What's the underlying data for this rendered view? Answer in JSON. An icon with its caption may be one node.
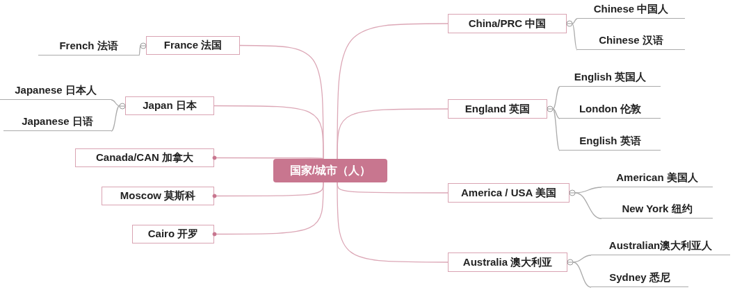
{
  "diagram": {
    "nodes": [
      {
        "text": [
          "国家/城市（人）"
        ]
      },
      {
        "text": [
          "China/PRC 中国"
        ]
      },
      {
        "text": [
          "Chinese 中国人"
        ]
      },
      {
        "text": [
          "Chinese 汉语"
        ]
      },
      {
        "text": [
          "England 英国"
        ]
      },
      {
        "text": [
          "English 英国人"
        ]
      },
      {
        "text": [
          "London 伦敦"
        ]
      },
      {
        "text": [
          "English 英语"
        ]
      },
      {
        "text": [
          "America / USA 美国"
        ]
      },
      {
        "text": [
          "American 美国人"
        ]
      },
      {
        "text": [
          "New York 纽约"
        ]
      },
      {
        "text": [
          "Australia 澳大利亚"
        ]
      },
      {
        "text": [
          "Australian澳大利亚人"
        ]
      },
      {
        "text": [
          "Sydney 悉尼"
        ]
      },
      {
        "text": [
          "France 法国"
        ]
      },
      {
        "text": [
          "French 法语"
        ]
      },
      {
        "text": [
          "Japan 日本"
        ]
      },
      {
        "text": [
          "Japanese 日本人"
        ]
      },
      {
        "text": [
          "Japanese 日语"
        ]
      },
      {
        "text": [
          "Canada/CAN 加拿大"
        ]
      },
      {
        "text": [
          "Moscow 莫斯科"
        ]
      },
      {
        "text": [
          "Cairo 开罗"
        ]
      }
    ],
    "edges": [
      {
        "from": 0,
        "to": 1,
        "arrow": "none"
      },
      {
        "from": 1,
        "to": 2,
        "arrow": "none"
      },
      {
        "from": 1,
        "to": 3,
        "arrow": "none"
      },
      {
        "from": 0,
        "to": 4,
        "arrow": "none"
      },
      {
        "from": 4,
        "to": 5,
        "arrow": "none"
      },
      {
        "from": 4,
        "to": 6,
        "arrow": "none"
      },
      {
        "from": 4,
        "to": 7,
        "arrow": "none"
      },
      {
        "from": 0,
        "to": 8,
        "arrow": "none"
      },
      {
        "from": 8,
        "to": 9,
        "arrow": "none"
      },
      {
        "from": 8,
        "to": 10,
        "arrow": "none"
      },
      {
        "from": 0,
        "to": 11,
        "arrow": "none"
      },
      {
        "from": 11,
        "to": 12,
        "arrow": "none"
      },
      {
        "from": 11,
        "to": 13,
        "arrow": "none"
      },
      {
        "from": 0,
        "to": 14,
        "arrow": "none"
      },
      {
        "from": 14,
        "to": 15,
        "arrow": "none"
      },
      {
        "from": 0,
        "to": 16,
        "arrow": "none"
      },
      {
        "from": 16,
        "to": 17,
        "arrow": "none"
      },
      {
        "from": 16,
        "to": 18,
        "arrow": "none"
      },
      {
        "from": 0,
        "to": 19,
        "arrow": "none"
      },
      {
        "from": 0,
        "to": 20,
        "arrow": "none"
      },
      {
        "from": 0,
        "to": 21,
        "arrow": "none"
      }
    ]
  }
}
